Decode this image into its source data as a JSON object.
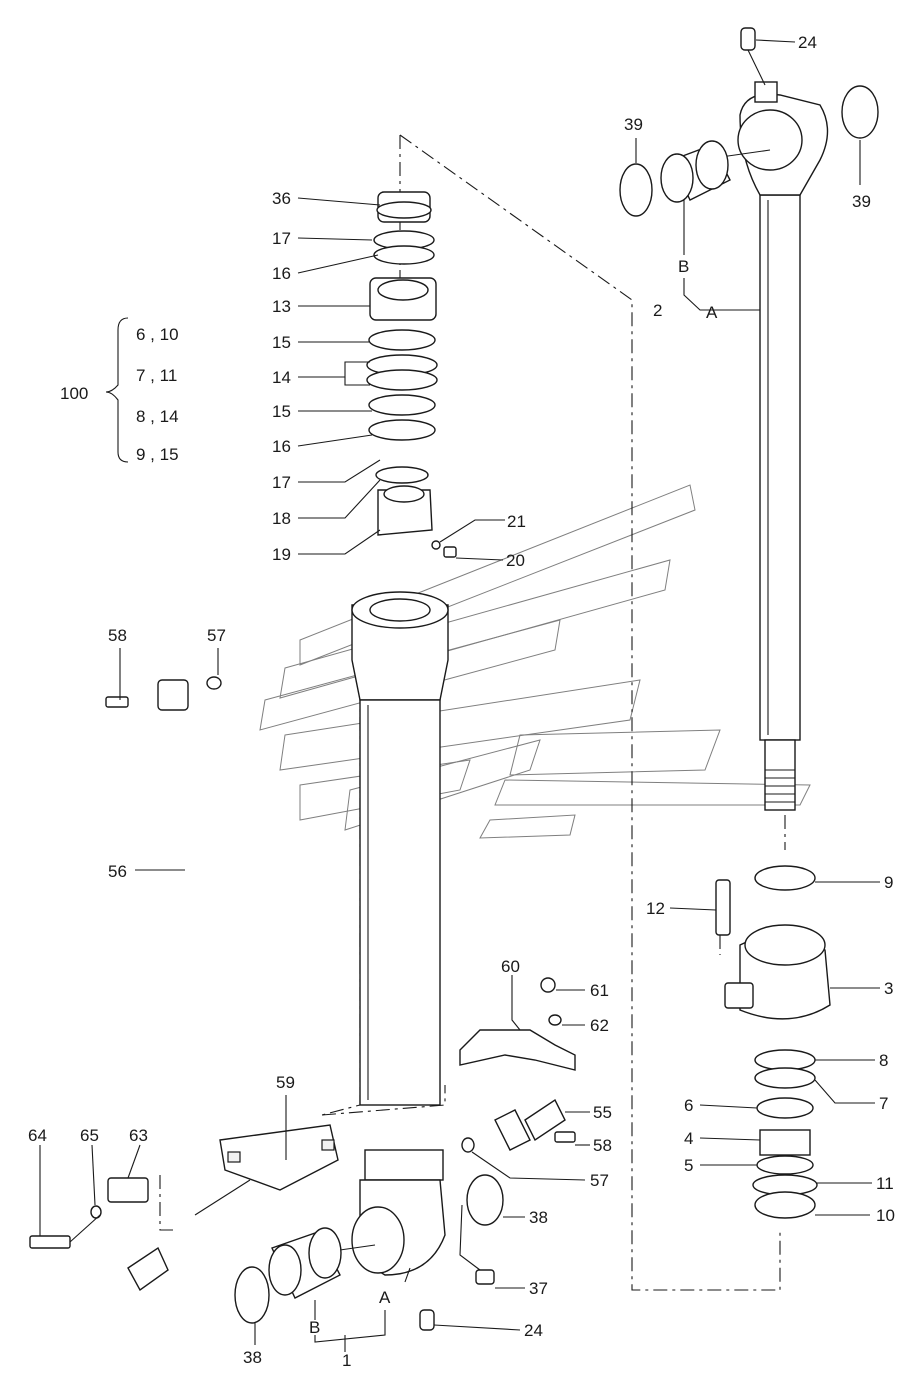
{
  "callouts": [
    {
      "id": "c24a",
      "text": "24"
    },
    {
      "id": "c39a",
      "text": "39"
    },
    {
      "id": "c39b",
      "text": "39"
    },
    {
      "id": "cBa",
      "text": "B"
    },
    {
      "id": "c2",
      "text": "2"
    },
    {
      "id": "cAa",
      "text": "A"
    },
    {
      "id": "c36",
      "text": "36"
    },
    {
      "id": "c17a",
      "text": "17"
    },
    {
      "id": "c16a",
      "text": "16"
    },
    {
      "id": "c13",
      "text": "13"
    },
    {
      "id": "c15a",
      "text": "15"
    },
    {
      "id": "c14",
      "text": "14"
    },
    {
      "id": "c15b",
      "text": "15"
    },
    {
      "id": "c16b",
      "text": "16"
    },
    {
      "id": "c17b",
      "text": "17"
    },
    {
      "id": "c18",
      "text": "18"
    },
    {
      "id": "c19",
      "text": "19"
    },
    {
      "id": "c21",
      "text": "21"
    },
    {
      "id": "c20",
      "text": "20"
    },
    {
      "id": "c58a",
      "text": "58"
    },
    {
      "id": "c57a",
      "text": "57"
    },
    {
      "id": "c56",
      "text": "56"
    },
    {
      "id": "c9",
      "text": "9"
    },
    {
      "id": "c12",
      "text": "12"
    },
    {
      "id": "c3",
      "text": "3"
    },
    {
      "id": "c60",
      "text": "60"
    },
    {
      "id": "c61",
      "text": "61"
    },
    {
      "id": "c62",
      "text": "62"
    },
    {
      "id": "c8",
      "text": "8"
    },
    {
      "id": "c7",
      "text": "7"
    },
    {
      "id": "c6",
      "text": "6"
    },
    {
      "id": "c4",
      "text": "4"
    },
    {
      "id": "c5",
      "text": "5"
    },
    {
      "id": "c11",
      "text": "11"
    },
    {
      "id": "c10",
      "text": "10"
    },
    {
      "id": "c59",
      "text": "59"
    },
    {
      "id": "c55",
      "text": "55"
    },
    {
      "id": "c58b",
      "text": "58"
    },
    {
      "id": "c57b",
      "text": "57"
    },
    {
      "id": "c64",
      "text": "64"
    },
    {
      "id": "c65",
      "text": "65"
    },
    {
      "id": "c63",
      "text": "63"
    },
    {
      "id": "c38a",
      "text": "38"
    },
    {
      "id": "c37",
      "text": "37"
    },
    {
      "id": "c38b",
      "text": "38"
    },
    {
      "id": "cBb",
      "text": "B"
    },
    {
      "id": "cAb",
      "text": "A"
    },
    {
      "id": "c1",
      "text": "1"
    },
    {
      "id": "c24b",
      "text": "24"
    }
  ],
  "kit_group": {
    "label": "100",
    "rows": [
      "6 , 10",
      "7 , 11",
      "8 , 14",
      "9 , 15"
    ]
  }
}
